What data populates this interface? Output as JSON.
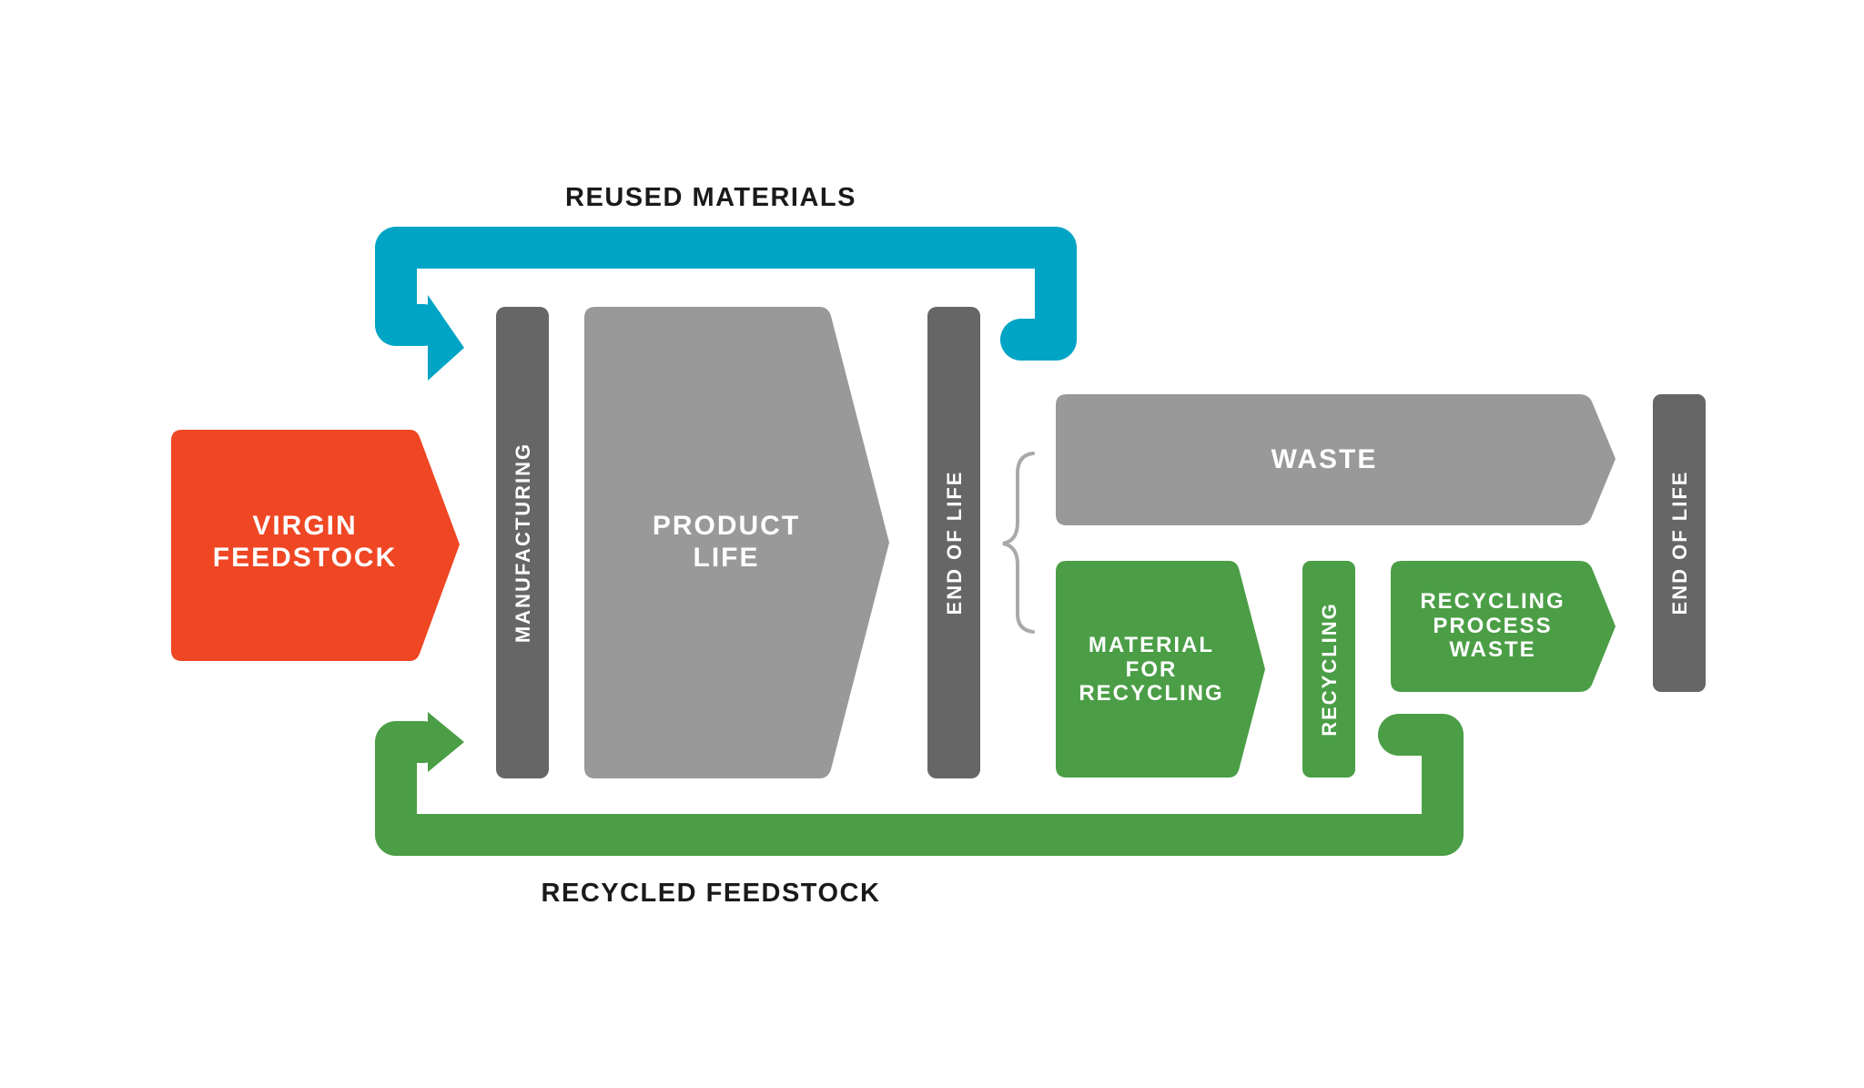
{
  "colors": {
    "red": "#ef4624",
    "blue": "#00a4c5",
    "green": "#4b9e46",
    "dark_gray": "#666666",
    "light_gray": "#999999",
    "brace": "#a9a9a9",
    "text_dark": "#1a1a1a",
    "text_light": "#ffffff"
  },
  "flows": {
    "reused": {
      "label": "REUSED MATERIALS"
    },
    "recycled": {
      "label": "RECYCLED FEEDSTOCK"
    }
  },
  "blocks": {
    "virgin_feedstock": {
      "lines": [
        "VIRGIN",
        "FEEDSTOCK"
      ]
    },
    "manufacturing": {
      "label": "MANUFACTURING"
    },
    "product_life": {
      "lines": [
        "PRODUCT",
        "LIFE"
      ]
    },
    "end_of_life_1": {
      "label": "END OF LIFE"
    },
    "waste": {
      "label": "WASTE"
    },
    "material_for_recycling": {
      "lines": [
        "MATERIAL",
        "FOR",
        "RECYCLING"
      ]
    },
    "recycling": {
      "label": "RECYCLING"
    },
    "recycling_process_waste": {
      "lines": [
        "RECYCLING",
        "PROCESS",
        "WASTE"
      ]
    },
    "end_of_life_2": {
      "label": "END OF LIFE"
    }
  }
}
